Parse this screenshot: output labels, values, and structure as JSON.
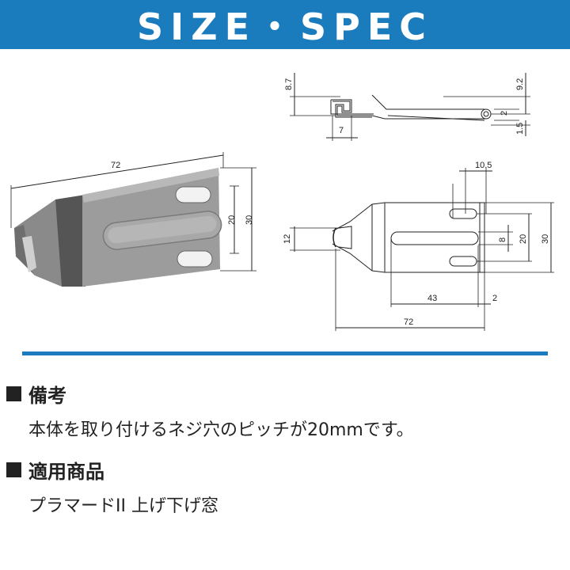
{
  "header": {
    "title": "SIZE・SPEC"
  },
  "photo": {
    "length_label": "72",
    "pitch_label": "20",
    "height_label": "30"
  },
  "side_view": {
    "left_height": "8.7",
    "right_height": "9.2",
    "thickness": "2",
    "bottom_offset": "1.5",
    "hook_width": "7"
  },
  "top_view": {
    "slot_offset": "10.5",
    "tip_height": "12",
    "slot_width": "8",
    "pitch": "20",
    "height": "30",
    "slot_length": "43",
    "edge_offset": "2",
    "total_length": "72"
  },
  "notes": {
    "heading": "備考",
    "text": "本体を取り付けるネジ穴のピッチが20mmです。"
  },
  "products": {
    "heading": "適用商品",
    "text": "プラマードII 上げ下げ窓"
  },
  "colors": {
    "accent": "#1a7bbd"
  }
}
